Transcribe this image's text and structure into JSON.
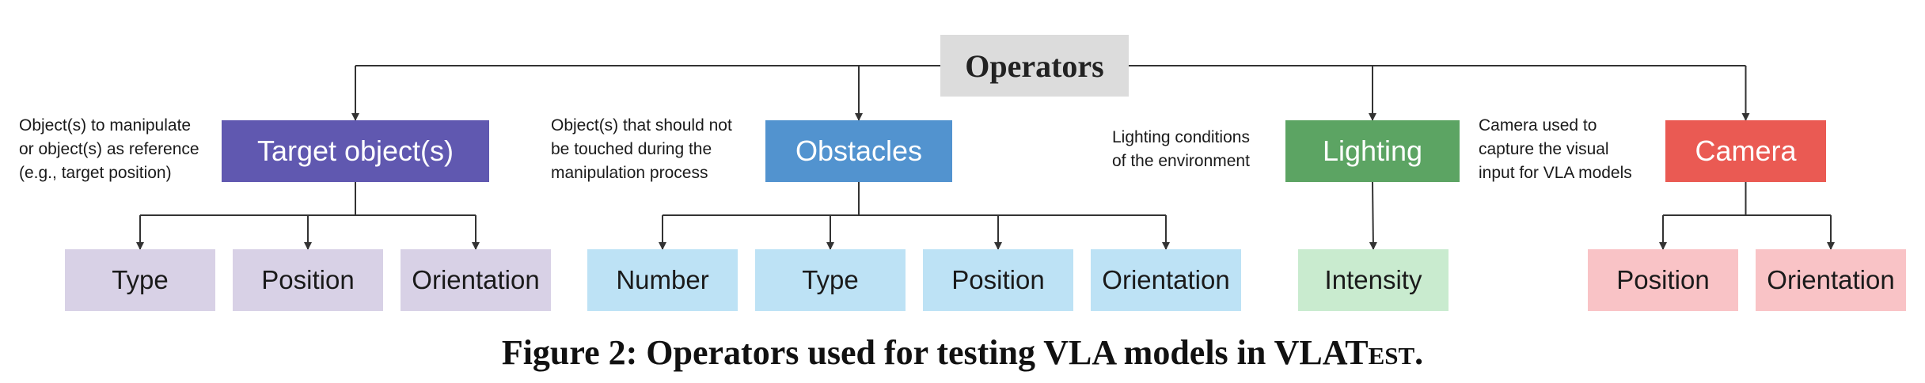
{
  "root": {
    "label": "Operators",
    "color": "#dcdcdc"
  },
  "categories": [
    {
      "label": "Target object(s)",
      "color": "#6058b0",
      "note": "Object(s) to manipulate\nor object(s) as reference\n(e.g., target position)",
      "leaf_color": "#d8d1e6",
      "leaves": [
        "Type",
        "Position",
        "Orientation"
      ]
    },
    {
      "label": "Obstacles",
      "color": "#5293cf",
      "note": "Object(s) that should not\nbe touched during the\nmanipulation process",
      "leaf_color": "#bde2f5",
      "leaves": [
        "Number",
        "Type",
        "Position",
        "Orientation"
      ]
    },
    {
      "label": "Lighting",
      "color": "#5ca463",
      "note": "Lighting conditions\nof the environment",
      "leaf_color": "#c9ebcf",
      "leaves": [
        "Intensity"
      ]
    },
    {
      "label": "Camera",
      "color": "#ea5a53",
      "note": "Camera used to\ncapture the visual\ninput for VLA models",
      "leaf_color": "#f9c3c6",
      "leaves": [
        "Position",
        "Orientation"
      ]
    }
  ],
  "caption": {
    "main": "Figure 2: Operators used for testing VLA models in VLAT",
    "smallcaps": "est",
    "end": "."
  }
}
